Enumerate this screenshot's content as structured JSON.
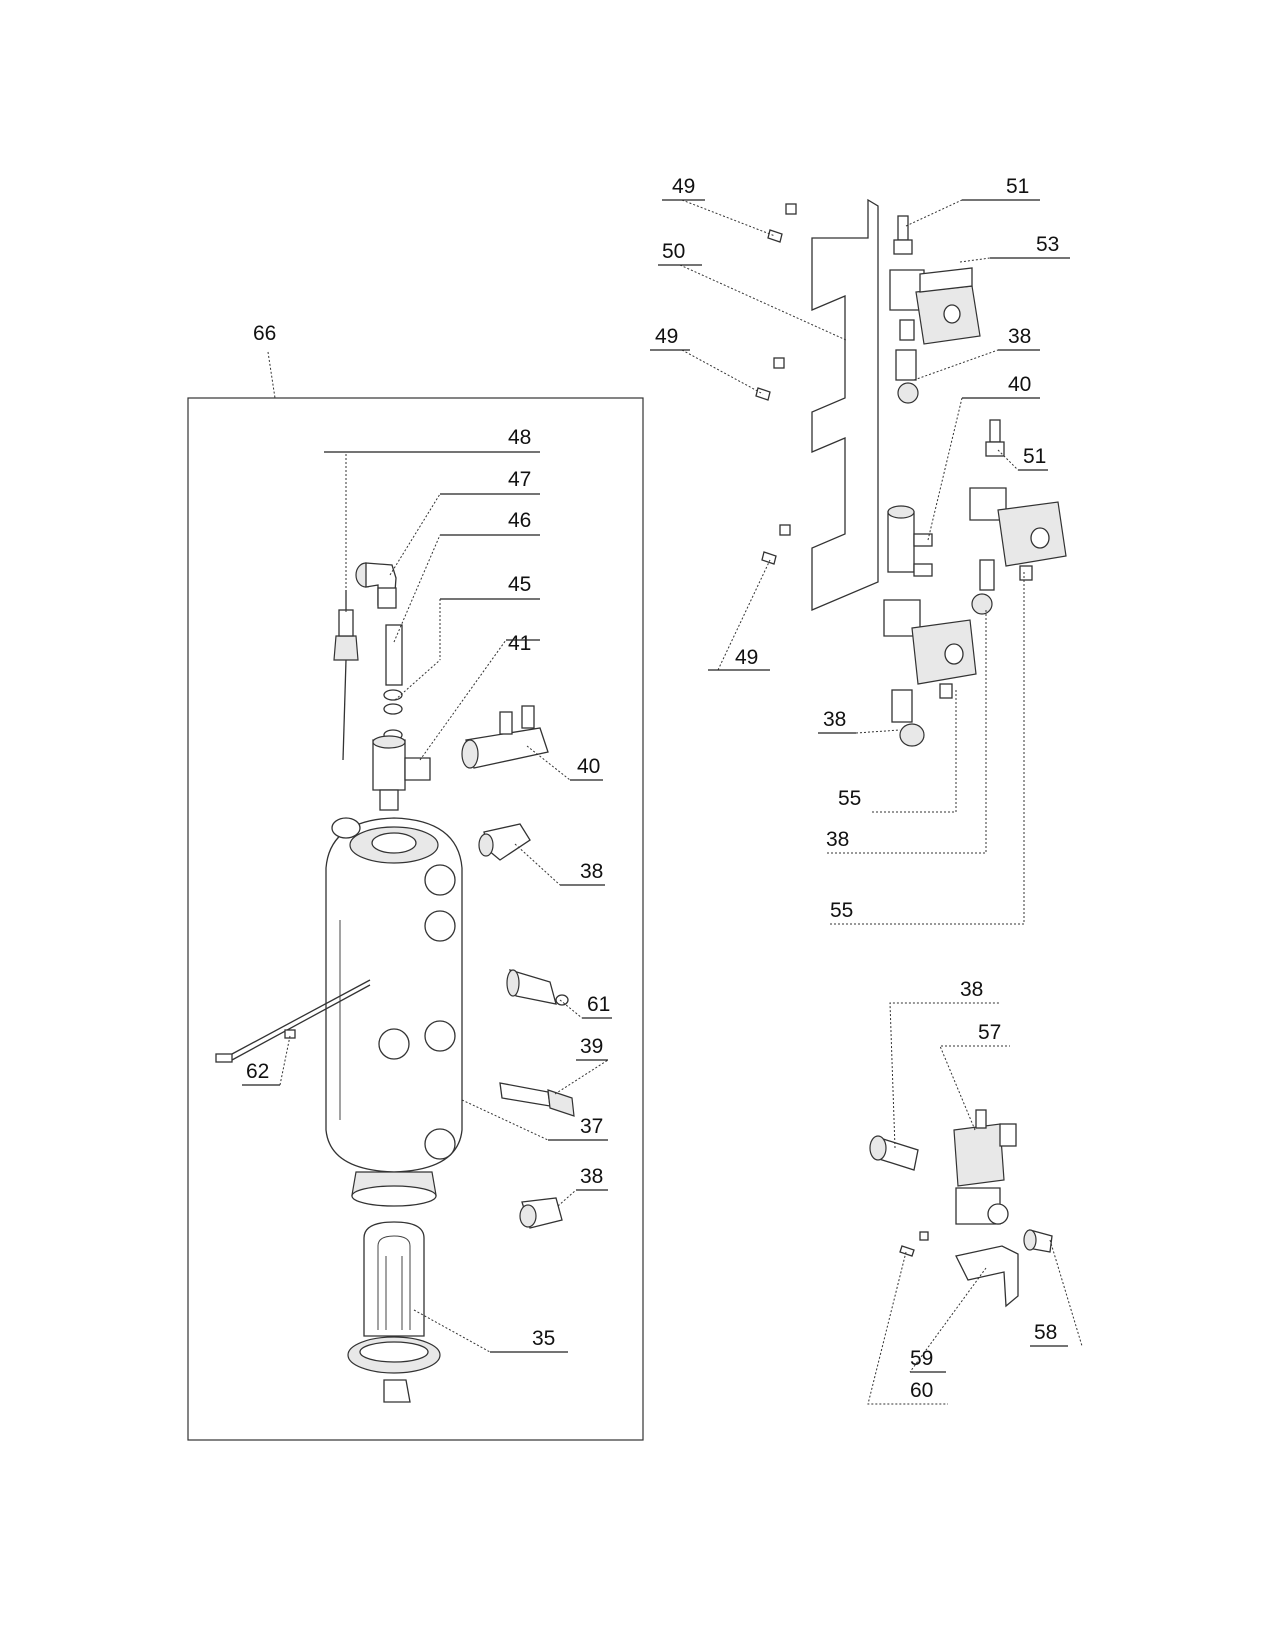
{
  "labels": {
    "p66": "66",
    "p48": "48",
    "p47": "47",
    "p46": "46",
    "p45": "45",
    "p41": "41",
    "p40a": "40",
    "p38a": "38",
    "p61": "61",
    "p39": "39",
    "p37": "37",
    "p38b": "38",
    "p62": "62",
    "p35": "35",
    "p49a": "49",
    "p50": "50",
    "p49b": "49",
    "p49c": "49",
    "p51a": "51",
    "p53": "53",
    "p38c": "38",
    "p40b": "40",
    "p51b": "51",
    "p38d": "38",
    "p55a": "55",
    "p38e": "38",
    "p55b": "55",
    "p38f": "38",
    "p57": "57",
    "p58": "58",
    "p59": "59",
    "p60": "60"
  }
}
